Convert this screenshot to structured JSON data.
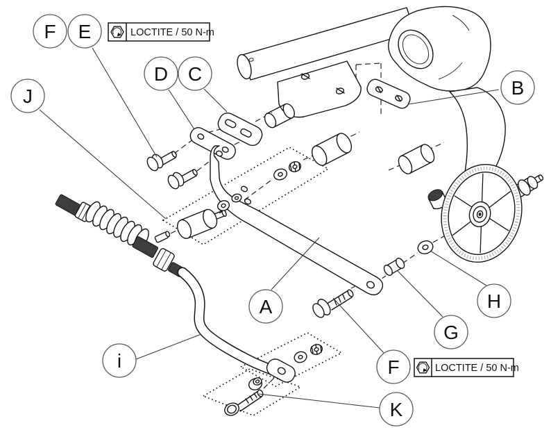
{
  "diagram": {
    "type": "exploded-parts-diagram",
    "background_color": "#ffffff",
    "line_color": "#141414",
    "callout_circle_color": "#5a5a5a",
    "callouts": [
      {
        "id": "F-top",
        "label": "F"
      },
      {
        "id": "E",
        "label": "E"
      },
      {
        "id": "D",
        "label": "D"
      },
      {
        "id": "C",
        "label": "C"
      },
      {
        "id": "J",
        "label": "J"
      },
      {
        "id": "B",
        "label": "B"
      },
      {
        "id": "A",
        "label": "A"
      },
      {
        "id": "H",
        "label": "H"
      },
      {
        "id": "G",
        "label": "G"
      },
      {
        "id": "F-bottom",
        "label": "F"
      },
      {
        "id": "i",
        "label": "i"
      },
      {
        "id": "K",
        "label": "K"
      }
    ],
    "torque_notes": [
      {
        "id": "top",
        "icon": "loctite-hex-icon",
        "text": "LOCTITE / 50 N-m"
      },
      {
        "id": "bottom",
        "icon": "loctite-hex-icon",
        "text": "LOCTITE / 50 N-m"
      }
    ]
  }
}
